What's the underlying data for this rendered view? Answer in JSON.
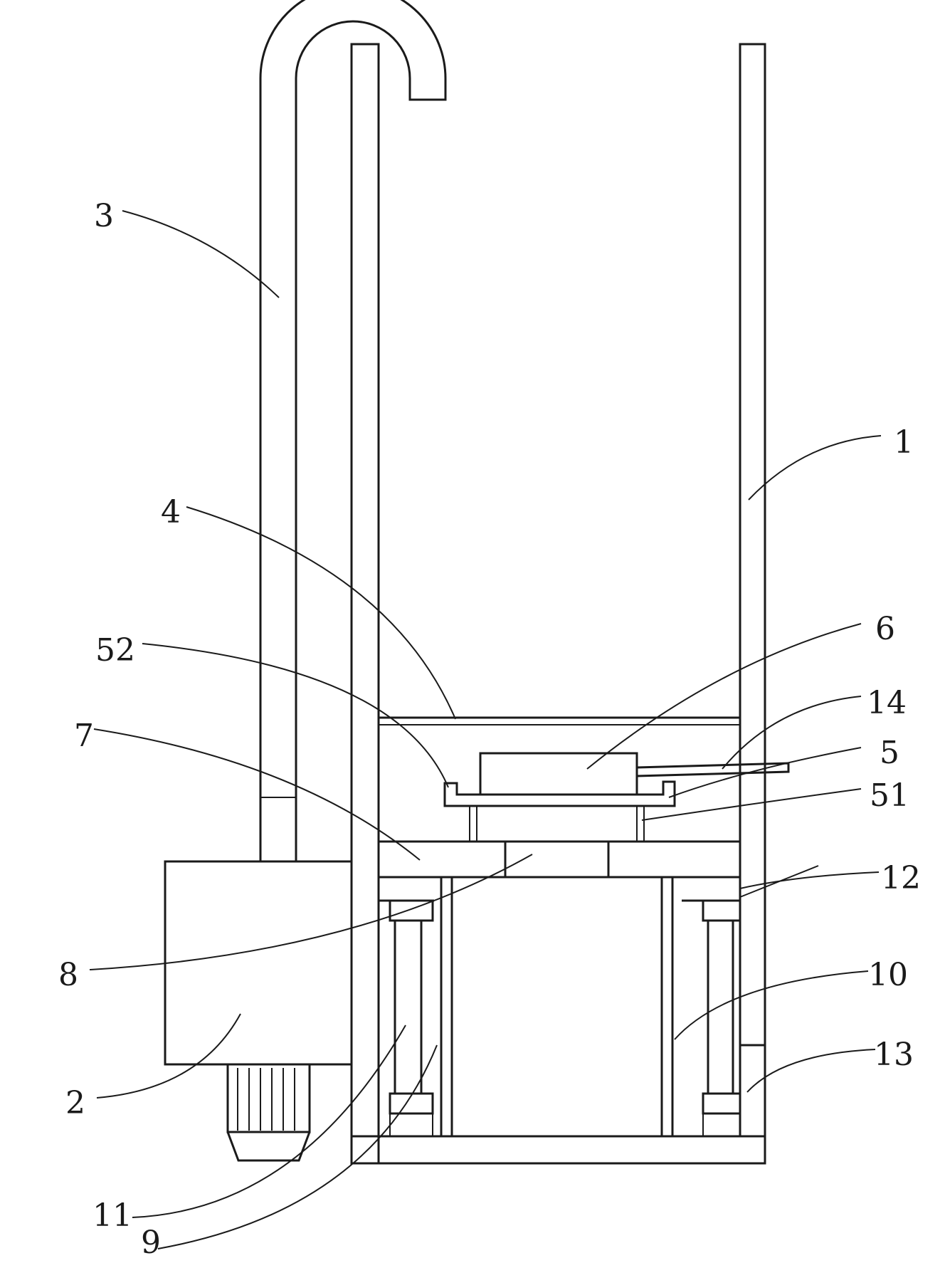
{
  "diagram": {
    "labels": {
      "l1": "1",
      "l2": "2",
      "l3": "3",
      "l4": "4",
      "l5": "5",
      "l6": "6",
      "l7": "7",
      "l8": "8",
      "l9": "9",
      "l10": "10",
      "l11": "11",
      "l12": "12",
      "l13": "13",
      "l14": "14",
      "l51": "51",
      "l52": "52"
    }
  }
}
